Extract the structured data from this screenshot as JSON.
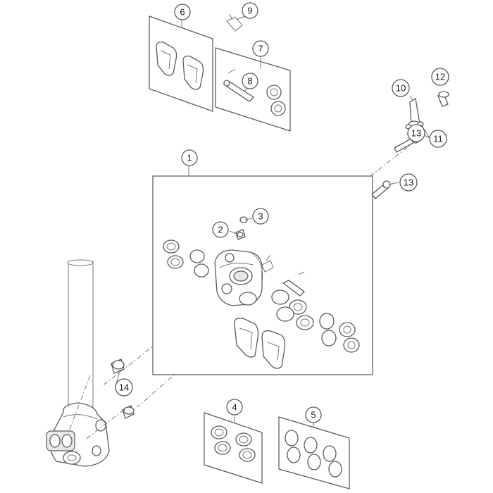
{
  "diagram": {
    "callouts": [
      {
        "id": "c1",
        "label": "1"
      },
      {
        "id": "c2",
        "label": "2"
      },
      {
        "id": "c3",
        "label": "3"
      },
      {
        "id": "c4",
        "label": "4"
      },
      {
        "id": "c5",
        "label": "5"
      },
      {
        "id": "c6",
        "label": "6"
      },
      {
        "id": "c7",
        "label": "7"
      },
      {
        "id": "c8",
        "label": "8"
      },
      {
        "id": "c9",
        "label": "9"
      },
      {
        "id": "c10",
        "label": "10"
      },
      {
        "id": "c11",
        "label": "11"
      },
      {
        "id": "c12",
        "label": "12"
      },
      {
        "id": "c13a",
        "label": "13"
      },
      {
        "id": "c13b",
        "label": "13"
      },
      {
        "id": "c14",
        "label": "14"
      }
    ]
  }
}
